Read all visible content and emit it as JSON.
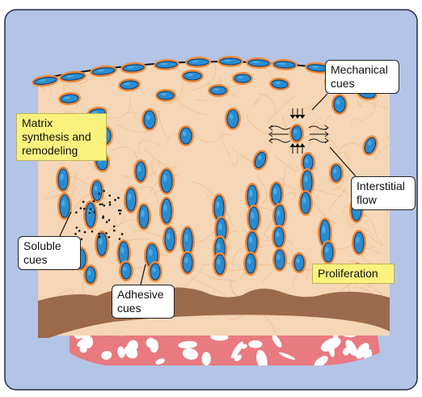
{
  "labels": {
    "mechanical": "Mechanical\ncues",
    "matrix": "Matrix\nsynthesis and\nremodeling",
    "interstitial": "Interstitial\nflow",
    "soluble": "Soluble\ncues",
    "adhesive": "Adhesive\ncues",
    "proliferation": "Proliferation"
  },
  "colors": {
    "panel_bg": "#b4c4e6",
    "tissue": "#f5d6b6",
    "fibers": "#eebf90",
    "cell_halo": "#f08a3c",
    "nucleus": "#2a8cd0",
    "nucleus_dark": "#0d3f73",
    "basement": "#9a6a4a",
    "dermis": "#e87a80",
    "highlight": "#fbf27e"
  },
  "icons": [
    "cell-icon",
    "soluble-factor-dots",
    "flow-arrows",
    "compression-arrows"
  ]
}
